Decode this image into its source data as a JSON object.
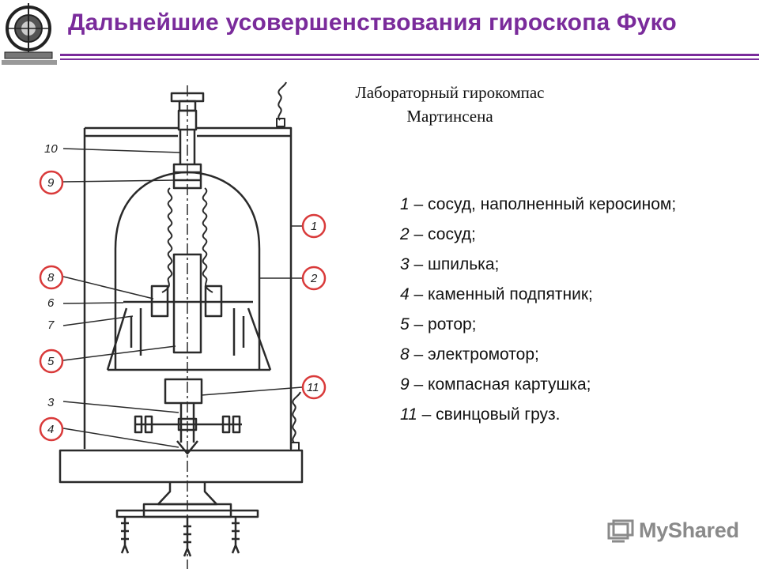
{
  "title": "Дальнейшие усовершенствования гироскопа Фуко",
  "caption": {
    "line1": "Лабораторный гирокомпас",
    "line2": "Мартинсена"
  },
  "legend": [
    {
      "num": "1",
      "text": " – сосуд, наполненный керосином;"
    },
    {
      "num": "2",
      "text": " – сосуд;"
    },
    {
      "num": "3",
      "text": " – шпилька;"
    },
    {
      "num": "4",
      "text": " – каменный подпятник;"
    },
    {
      "num": "5",
      "text": " – ротор;"
    },
    {
      "num": "8",
      "text": " – электромотор;"
    },
    {
      "num": "9",
      "text": " – компасная картушка;"
    },
    {
      "num": "11",
      "text": " – свинцовый груз."
    }
  ],
  "diagram_labels": {
    "l10": "10",
    "l9": "9",
    "l8": "8",
    "l6": "6",
    "l7": "7",
    "l5": "5",
    "l3": "3",
    "l4": "4",
    "l1": "1",
    "l2": "2",
    "l11": "11"
  },
  "watermark": "MyShared",
  "colors": {
    "accent": "#7a2b9b",
    "circle": "#d93a3a",
    "ink": "#2a2a2a"
  },
  "icons": {
    "logo": "gyroscope-logo-icon",
    "watermark": "myshared-logo-icon"
  }
}
